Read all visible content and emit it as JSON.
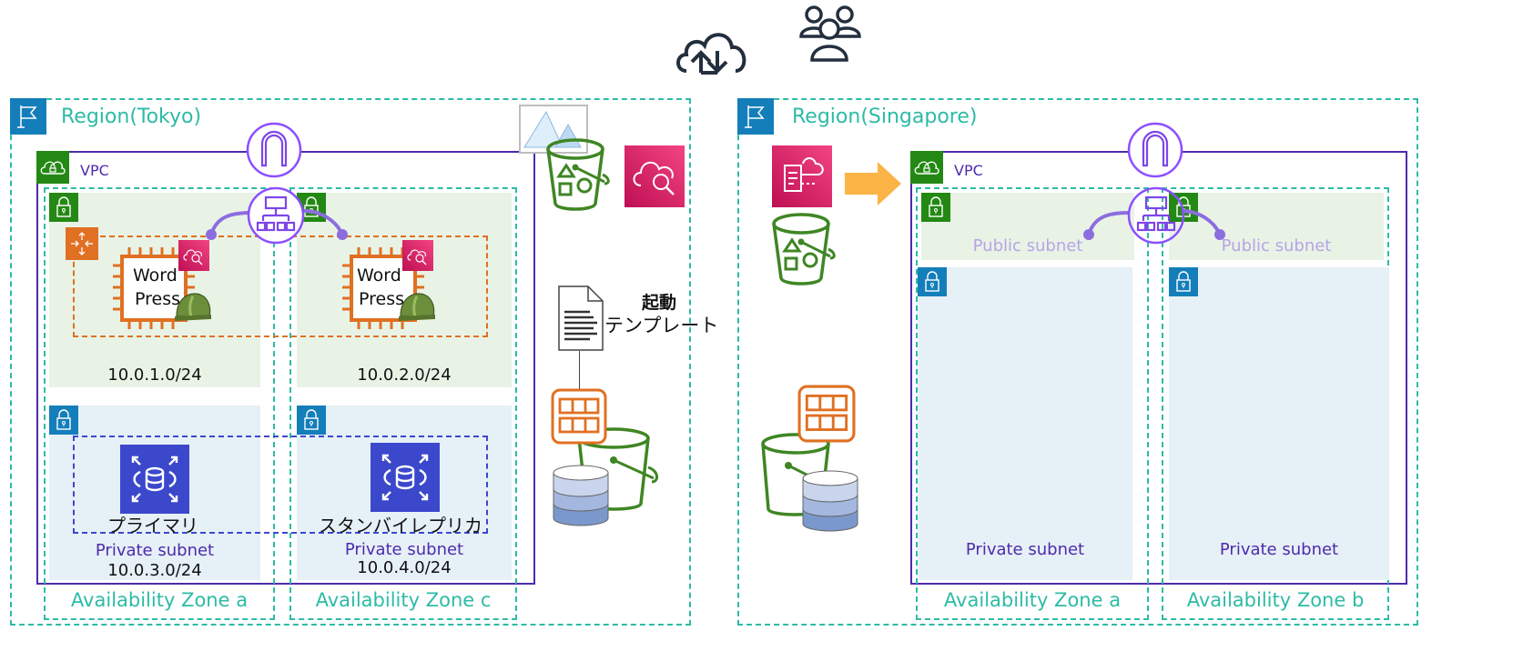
{
  "top": {
    "internet_icon": "cloud-upload-download-icon",
    "users_icon": "users-icon"
  },
  "tokyo": {
    "region_label": "Region(Tokyo)",
    "vpc_label": "VPC",
    "az_a_label": "Availability Zone a",
    "az_c_label": "Availability Zone c",
    "public_subnet_a_cidr": "10.0.1.0/24",
    "public_subnet_c_cidr": "10.0.2.0/24",
    "private_subnet_a_name": "Private subnet",
    "private_subnet_a_cidr": "10.0.3.0/24",
    "private_subnet_c_name": "Private subnet",
    "private_subnet_c_cidr": "10.0.4.0/24",
    "ec2_a_label_line1": "Word",
    "ec2_a_label_line2": "Press",
    "ec2_c_label_line1": "Word",
    "ec2_c_label_line2": "Press",
    "rds_primary_label": "プライマリ",
    "rds_standby_label": "スタンバイレプリカ",
    "launch_template_line1": "起動",
    "launch_template_line2": "テンプレート"
  },
  "singapore": {
    "region_label": "Region(Singapore)",
    "vpc_label": "VPC",
    "az_a_label": "Availability Zone a",
    "az_b_label": "Availability Zone b",
    "public_subnet_a_name": "Public subnet",
    "public_subnet_b_name": "Public subnet",
    "private_subnet_a_name": "Private subnet",
    "private_subnet_b_name": "Private subnet"
  },
  "colors": {
    "region": "#2dbba6",
    "vpc": "#4d2bab",
    "public_subnet_bg": "#e8f3e6",
    "private_subnet_bg": "#e6f0f7",
    "ec2": "#e07022",
    "rds": "#3b48cc",
    "s3": "#3f8624",
    "cloudwatch": "#d6245f",
    "arrow": "#fbb445"
  }
}
